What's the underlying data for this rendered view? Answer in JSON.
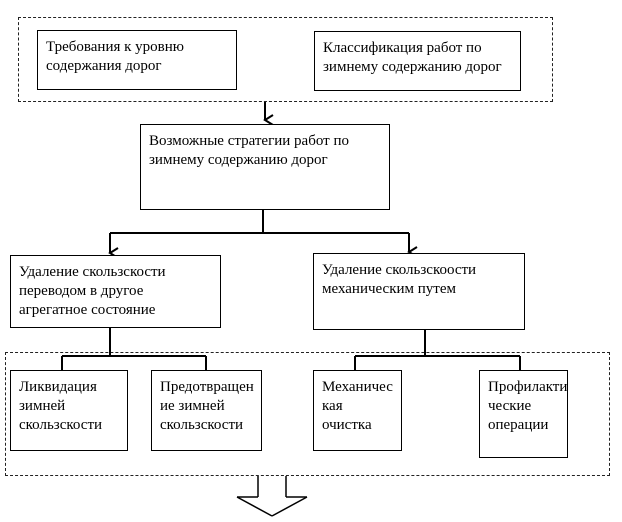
{
  "diagram": {
    "top_group": {
      "requirements": "Требования к уровню\nсодержания дорог",
      "classification": "Классификация работ по\nзимнему содержанию дорог"
    },
    "strategies": "Возможные стратегии работ по\nзимнему содержанию дорог",
    "middle": {
      "state_change": "Удаление скользскости\nпереводом в другое\nагрегатное состояние",
      "mechanical": "Удаление скользскоости\nмеханическим путем"
    },
    "bottom_group": {
      "liquidation": "Ликвидация\nзимней\nскользскости",
      "prevention": "Предотвращен\nие зимней\nскользскости",
      "mechanical_cleaning": "Механичес\nкая очистка",
      "preventive_ops": "Профилакти\nческие\nоперации"
    }
  }
}
